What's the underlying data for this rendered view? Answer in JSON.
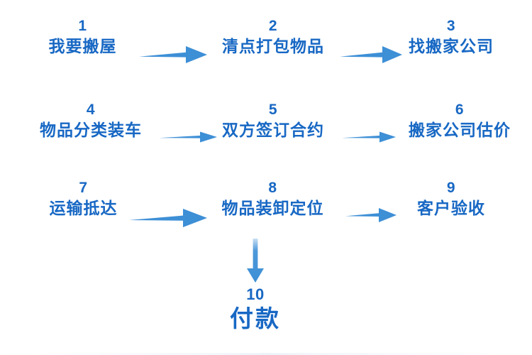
{
  "diagram": {
    "title": "",
    "colors": {
      "text_blue": "#1868c4",
      "arrow_blue": "#3d8fd6",
      "background": "#ffffff"
    },
    "steps": [
      {
        "number": "1",
        "label": "我要搬屋"
      },
      {
        "number": "2",
        "label": "清点打包物品"
      },
      {
        "number": "3",
        "label": "找搬家公司"
      },
      {
        "number": "4",
        "label": "物品分类装车"
      },
      {
        "number": "5",
        "label": "双方签订合约"
      },
      {
        "number": "6",
        "label": "搬家公司估价"
      },
      {
        "number": "7",
        "label": "运输抵达"
      },
      {
        "number": "8",
        "label": "物品装卸定位"
      },
      {
        "number": "9",
        "label": "客户验收"
      },
      {
        "number": "10",
        "label": "付款"
      }
    ],
    "connectors": [
      {
        "name": "arrow-1-to-2",
        "direction": "right",
        "weight": "thick"
      },
      {
        "name": "arrow-2-to-3",
        "direction": "right",
        "weight": "thick"
      },
      {
        "name": "arrow-4-to-5",
        "direction": "right",
        "weight": "thin"
      },
      {
        "name": "arrow-5-to-6",
        "direction": "right",
        "weight": "thin"
      },
      {
        "name": "arrow-7-to-8",
        "direction": "right",
        "weight": "thick"
      },
      {
        "name": "arrow-8-to-9",
        "direction": "right",
        "weight": "thin"
      },
      {
        "name": "arrow-8-to-10",
        "direction": "down",
        "weight": "thin"
      }
    ]
  }
}
